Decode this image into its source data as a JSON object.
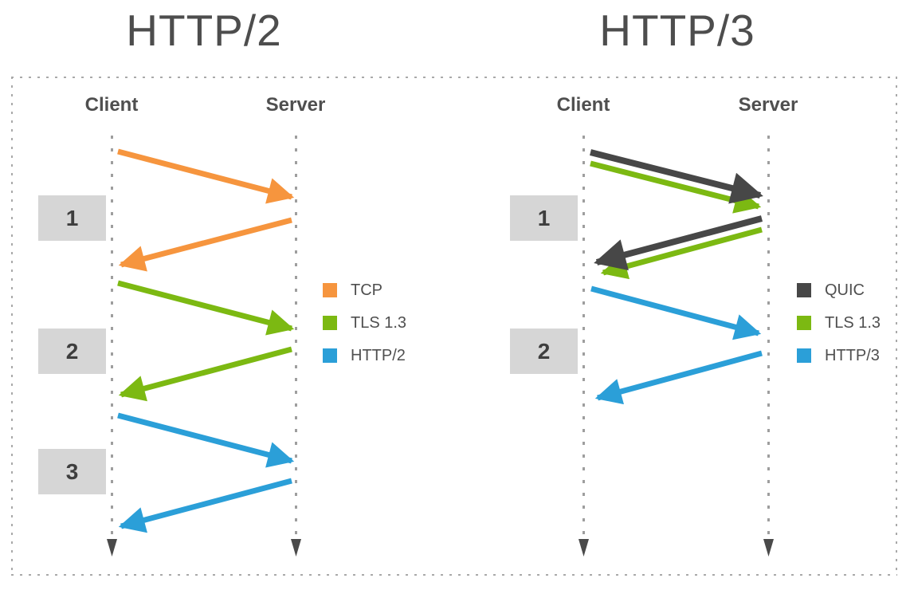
{
  "left_diagram": {
    "title": "HTTP/2",
    "client_label": "Client",
    "server_label": "Server",
    "round_labels": [
      "1",
      "2",
      "3"
    ],
    "legend": [
      {
        "label": "TCP",
        "color": "#F6953E"
      },
      {
        "label": "TLS 1.3",
        "color": "#7CB912"
      },
      {
        "label": "HTTP/2",
        "color": "#2B9FD8"
      }
    ]
  },
  "right_diagram": {
    "title": "HTTP/3",
    "client_label": "Client",
    "server_label": "Server",
    "round_labels": [
      "1",
      "2"
    ],
    "legend": [
      {
        "label": "QUIC",
        "color": "#474747"
      },
      {
        "label": "TLS 1.3",
        "color": "#7CB912"
      },
      {
        "label": "HTTP/3",
        "color": "#2B9FD8"
      }
    ]
  }
}
